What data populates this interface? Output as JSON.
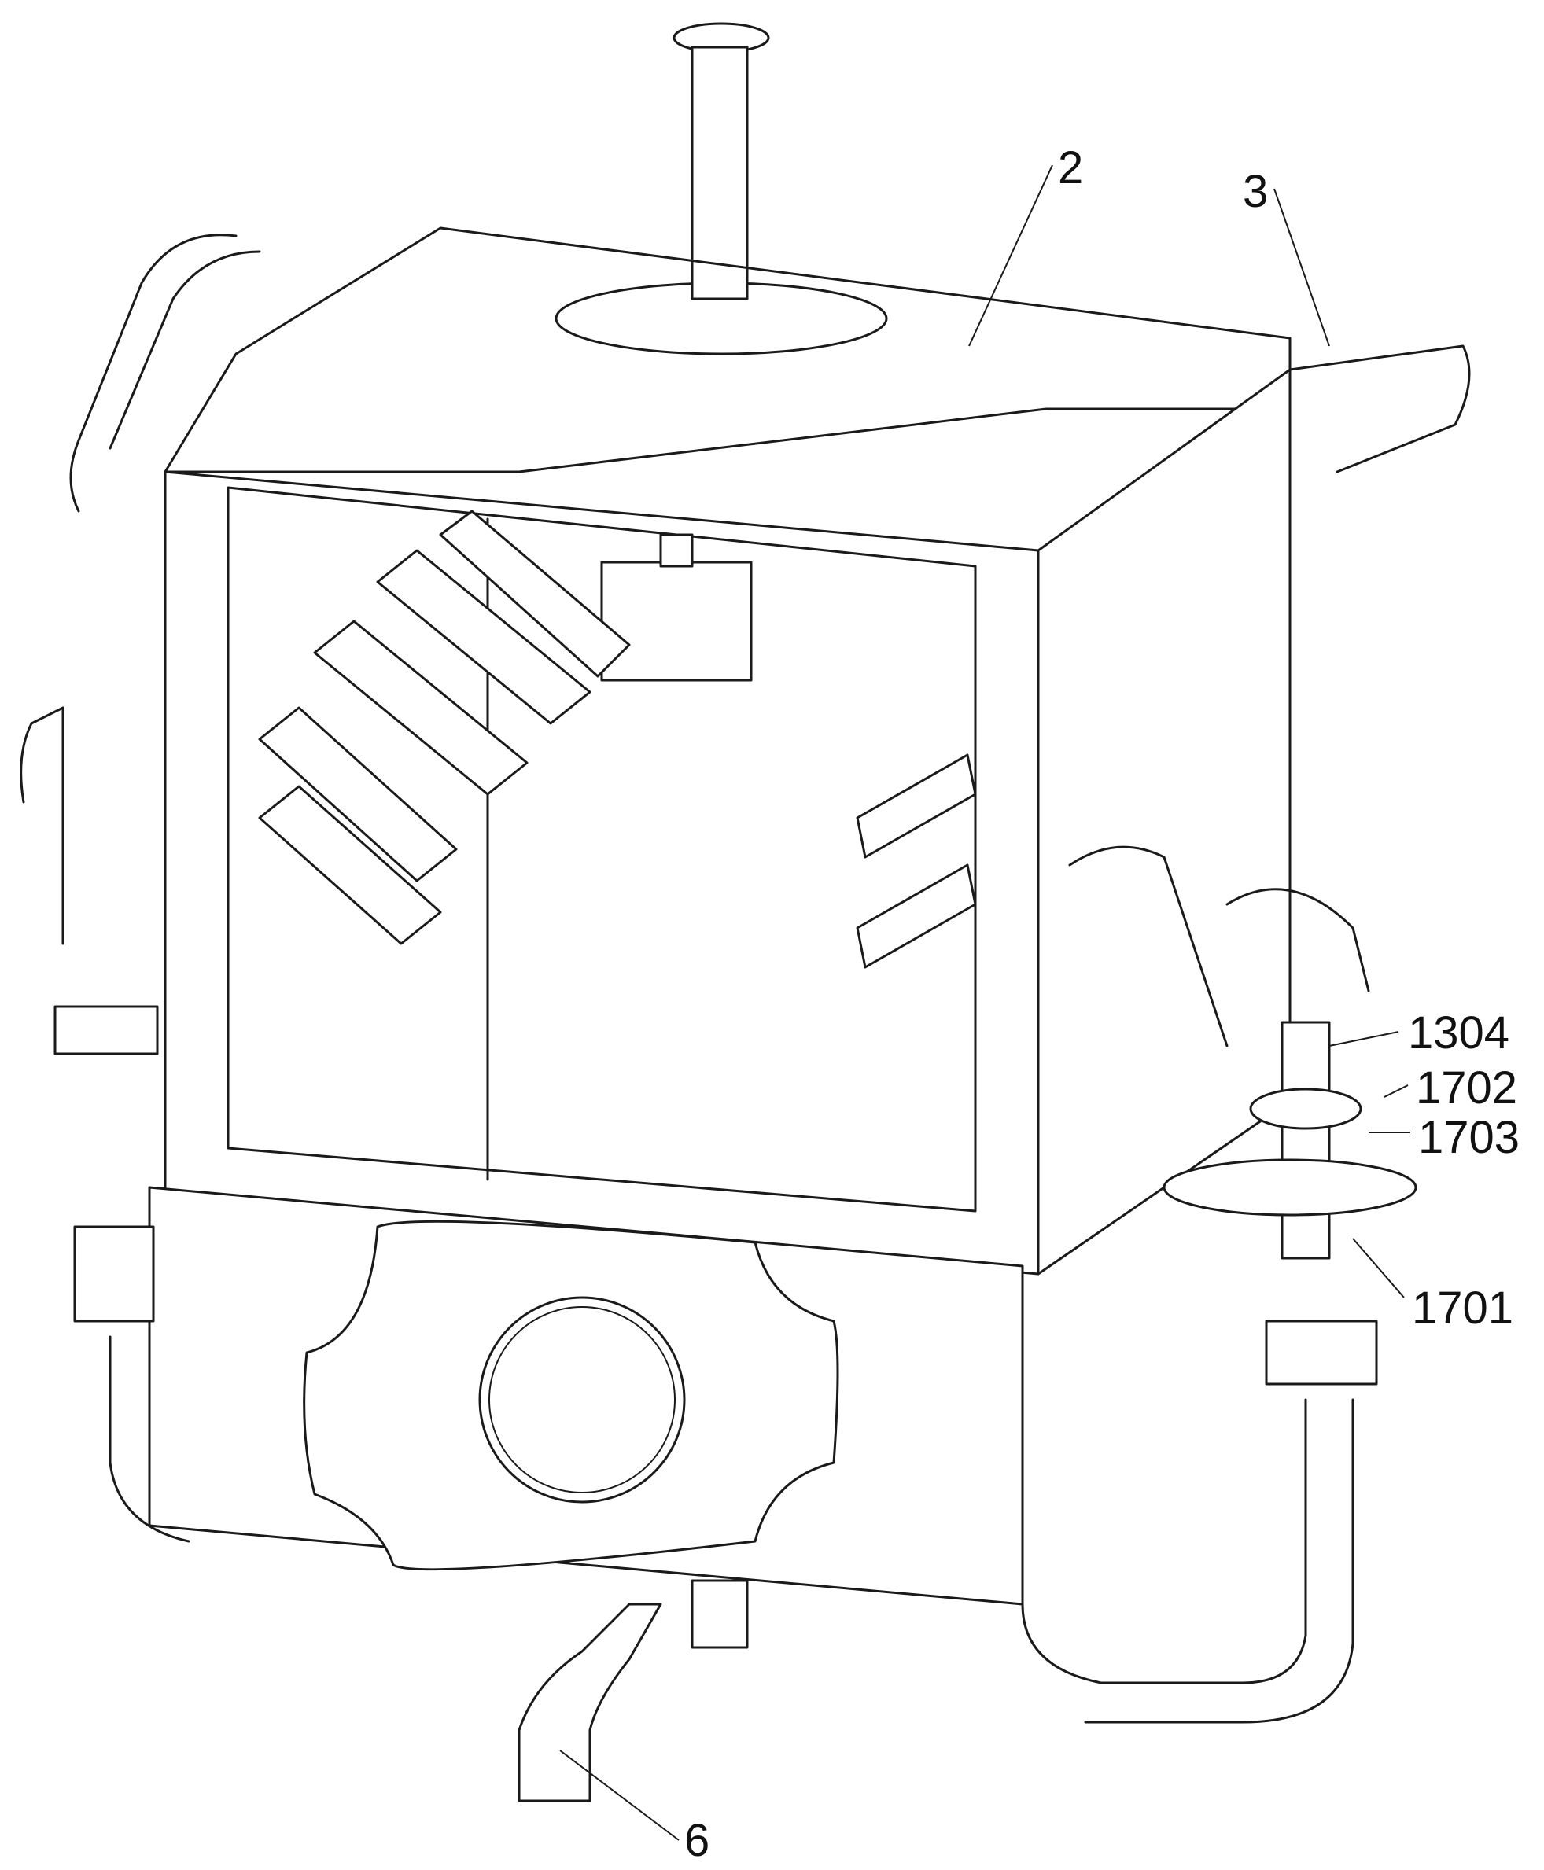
{
  "figure": {
    "type": "patent-drawing",
    "labels": {
      "l2": "2",
      "l3": "3",
      "l1304": "1304",
      "l1702": "1702",
      "l1703": "1703",
      "l1701": "1701",
      "l6": "6"
    }
  }
}
